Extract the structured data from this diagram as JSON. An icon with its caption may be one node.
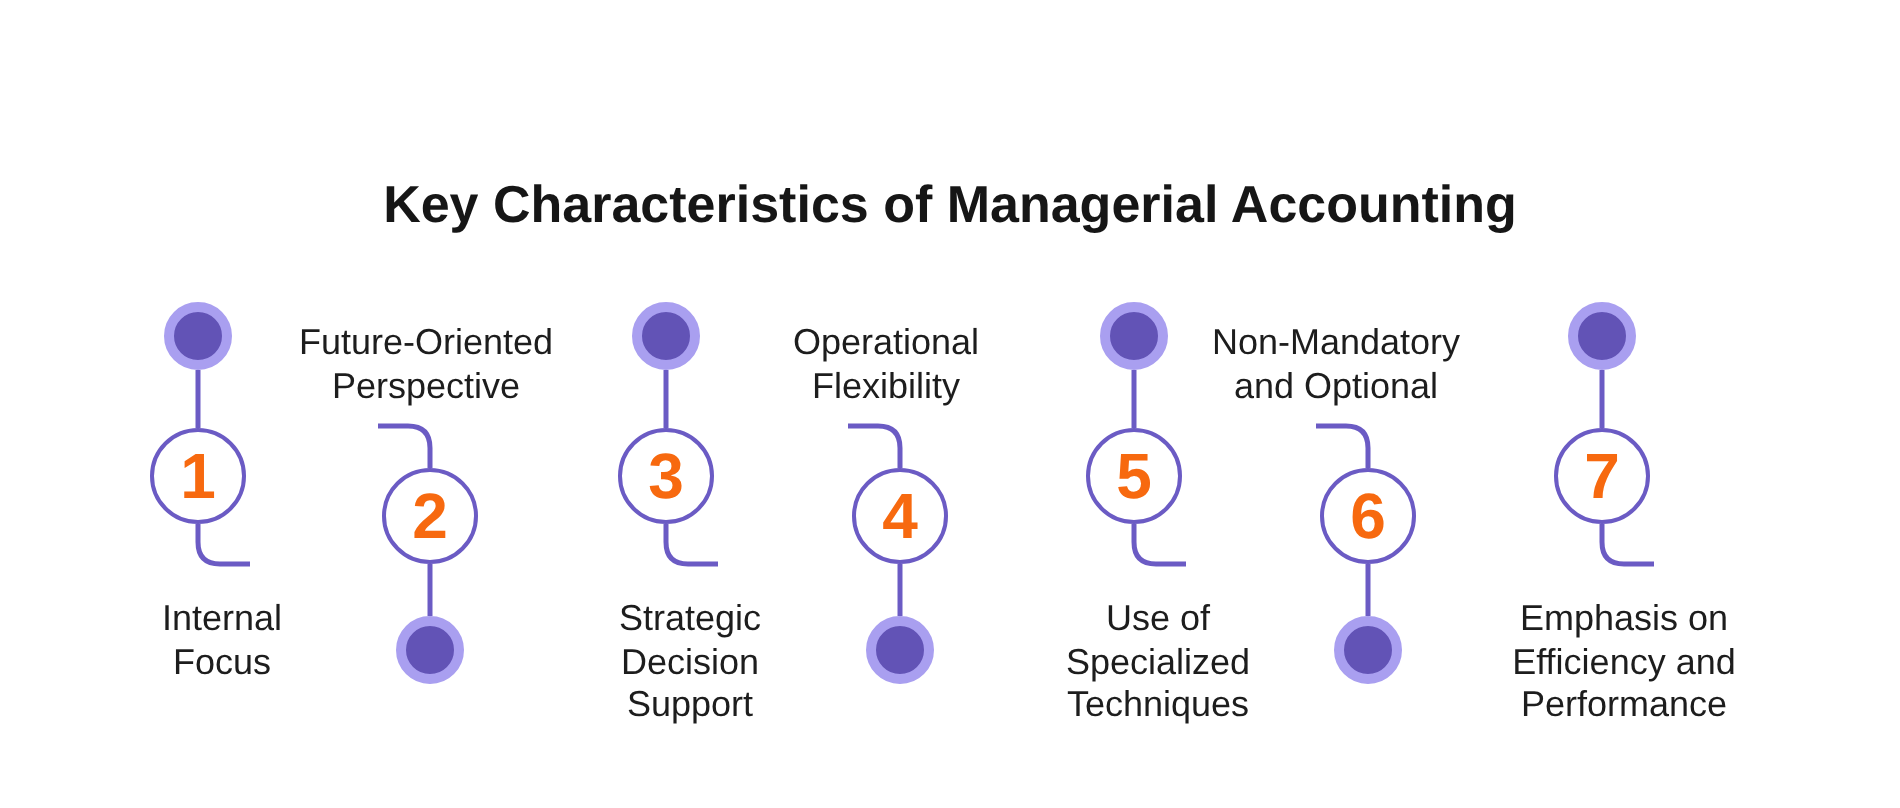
{
  "diagram": {
    "title": "Key Characteristics of Managerial Accounting",
    "nodes": [
      {
        "text": [
          "1"
        ],
        "beside": [
          "Internal Focus"
        ]
      },
      {
        "text": [],
        "shape": "circle"
      },
      {
        "text": [
          "2"
        ],
        "beside": [
          "Future-Oriented Perspective"
        ]
      },
      {
        "text": [],
        "shape": "circle"
      },
      {
        "text": [
          "3"
        ],
        "beside": [
          "Strategic Decision Support"
        ]
      },
      {
        "text": [],
        "shape": "circle"
      },
      {
        "text": [
          "4"
        ],
        "beside": [
          "Operational Flexibility"
        ]
      },
      {
        "text": [],
        "shape": "circle"
      },
      {
        "text": [
          "5"
        ],
        "beside": [
          "Use of Specialized Techniques"
        ]
      },
      {
        "text": [],
        "shape": "circle"
      },
      {
        "text": [
          "6"
        ],
        "beside": [
          "Non-Mandatory and Optional"
        ]
      },
      {
        "text": [],
        "shape": "circle"
      },
      {
        "text": [
          "7"
        ],
        "beside": [
          "Emphasis on Efficiency and Performance"
        ]
      },
      {
        "text": [],
        "shape": "circle"
      }
    ],
    "edges": [
      {
        "from": 1,
        "to": 0,
        "arrow": "none"
      },
      {
        "from": 3,
        "to": 2,
        "arrow": "none"
      },
      {
        "from": 5,
        "to": 4,
        "arrow": "none"
      },
      {
        "from": 7,
        "to": 6,
        "arrow": "none"
      },
      {
        "from": 9,
        "to": 8,
        "arrow": "none"
      },
      {
        "from": 11,
        "to": 10,
        "arrow": "none"
      },
      {
        "from": 13,
        "to": 12,
        "arrow": "none"
      }
    ]
  }
}
